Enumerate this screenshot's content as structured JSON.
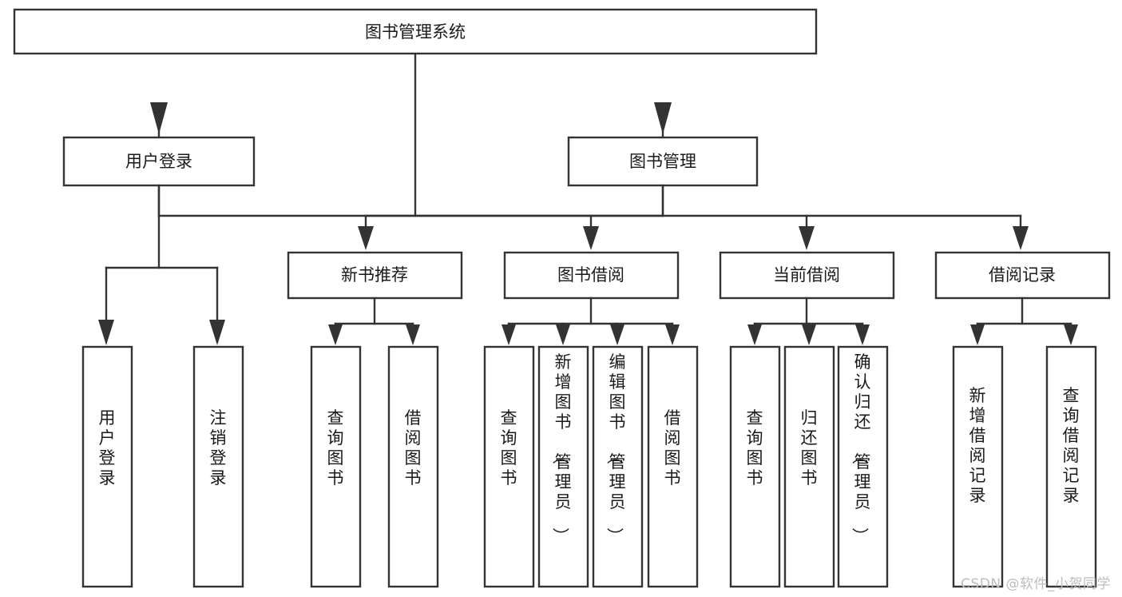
{
  "diagram": {
    "type": "tree-hierarchy",
    "title": "图书管理系统",
    "watermark": "CSDN @软件_小贺同学",
    "colors": {
      "background": "#ffffff",
      "box_fill": "#ffffff",
      "line": "#333333",
      "text": "#1a1a1a",
      "watermark": "#bdbdbd"
    },
    "root": {
      "label": "图书管理系统"
    },
    "level1": [
      {
        "label": "用户登录"
      },
      {
        "label": "图书管理"
      }
    ],
    "user_login_children": [
      {
        "label": "用户登录"
      },
      {
        "label": "注销登录"
      }
    ],
    "level2": [
      {
        "label": "新书推荐"
      },
      {
        "label": "图书借阅"
      },
      {
        "label": "当前借阅"
      },
      {
        "label": "借阅记录"
      }
    ],
    "new_book_children": [
      {
        "label": "查询图书"
      },
      {
        "label": "借阅图书"
      }
    ],
    "borrow_children": [
      {
        "label": "查询图书"
      },
      {
        "label": "新增图书（管理员）"
      },
      {
        "label": "编辑图书（管理员）"
      },
      {
        "label": "借阅图书"
      }
    ],
    "current_borrow_children": [
      {
        "label": "查询图书"
      },
      {
        "label": "归还图书"
      },
      {
        "label": "确认归还（管理员）"
      }
    ],
    "record_children": [
      {
        "label": "新增借阅记录"
      },
      {
        "label": "查询借阅记录"
      }
    ]
  }
}
